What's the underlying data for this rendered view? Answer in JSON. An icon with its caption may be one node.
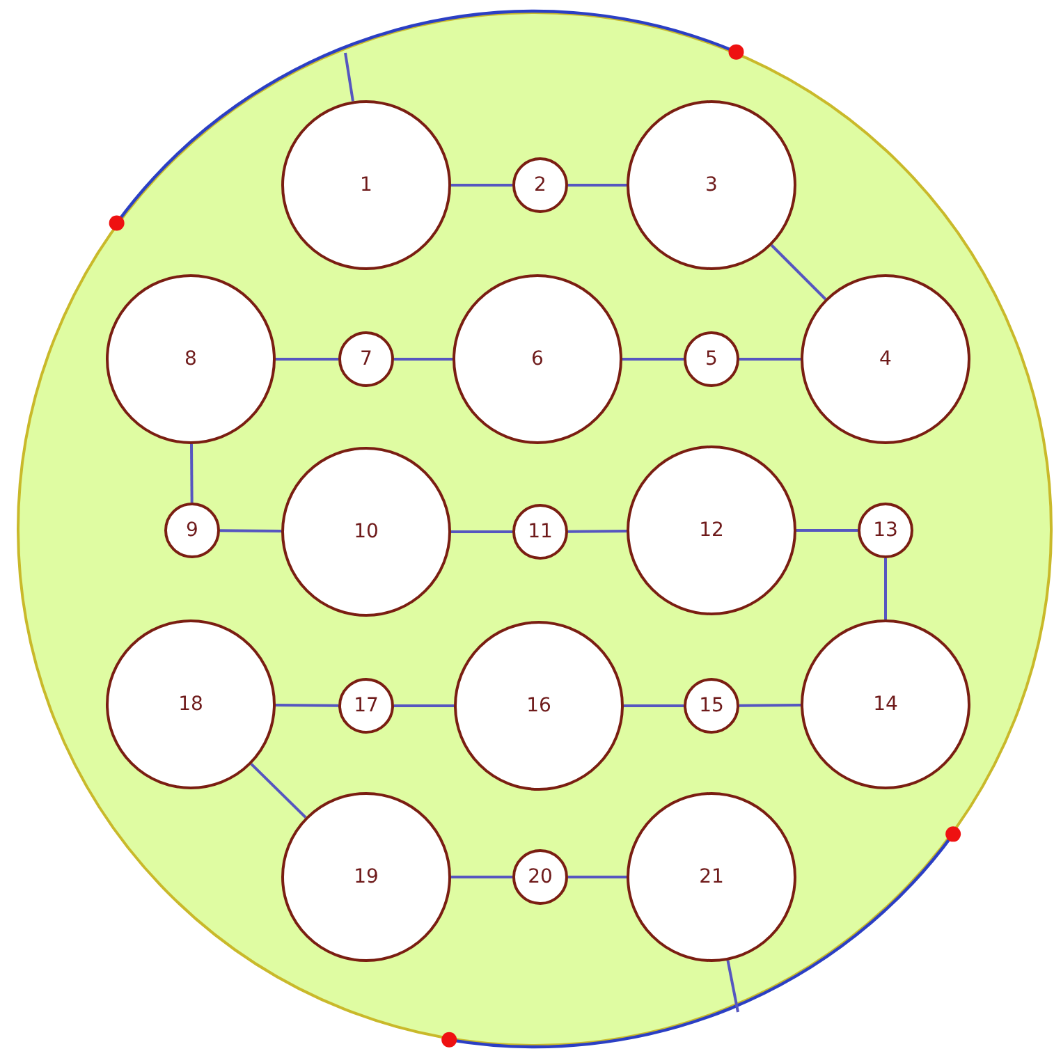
{
  "diagram": {
    "nodes": [
      {
        "text": [],
        "shape": "circle"
      },
      {
        "text": [
          "1"
        ],
        "in": 0
      },
      {
        "text": [
          "2"
        ],
        "in": 0
      },
      {
        "text": [
          "3"
        ],
        "in": 0
      },
      {
        "text": [
          "4"
        ],
        "in": 0
      },
      {
        "text": [
          "5"
        ],
        "in": 0
      },
      {
        "text": [
          "6"
        ],
        "in": 0
      },
      {
        "text": [
          "7"
        ],
        "in": 0
      },
      {
        "text": [
          "8"
        ],
        "in": 0
      },
      {
        "text": [
          "9"
        ],
        "in": 0
      },
      {
        "text": [
          "10"
        ],
        "in": 0
      },
      {
        "text": [
          "11"
        ],
        "in": 0
      },
      {
        "text": [
          "12"
        ],
        "in": 0
      },
      {
        "text": [
          "13"
        ],
        "in": 0
      },
      {
        "text": [
          "14"
        ],
        "in": 0
      },
      {
        "text": [
          "15"
        ],
        "in": 0
      },
      {
        "text": [
          "16"
        ],
        "in": 0
      },
      {
        "text": [
          "17"
        ],
        "in": 0
      },
      {
        "text": [
          "18"
        ],
        "in": 0
      },
      {
        "text": [
          "19"
        ],
        "in": 0
      },
      {
        "text": [
          "20"
        ],
        "in": 0
      },
      {
        "text": [
          "21"
        ],
        "in": 0
      }
    ],
    "edges": [
      {
        "from": 1,
        "to": 0,
        "arrow": "none"
      },
      {
        "from": 1,
        "to": 2,
        "arrow": "none"
      },
      {
        "from": 2,
        "to": 3,
        "arrow": "none"
      },
      {
        "from": 3,
        "to": 4,
        "arrow": "none"
      },
      {
        "from": 4,
        "to": 5,
        "arrow": "none"
      },
      {
        "from": 5,
        "to": 6,
        "arrow": "none"
      },
      {
        "from": 6,
        "to": 7,
        "arrow": "none"
      },
      {
        "from": 7,
        "to": 8,
        "arrow": "none"
      },
      {
        "from": 8,
        "to": 9,
        "arrow": "none"
      },
      {
        "from": 9,
        "to": 10,
        "arrow": "none"
      },
      {
        "from": 10,
        "to": 11,
        "arrow": "none"
      },
      {
        "from": 11,
        "to": 12,
        "arrow": "none"
      },
      {
        "from": 12,
        "to": 13,
        "arrow": "none"
      },
      {
        "from": 13,
        "to": 14,
        "arrow": "none"
      },
      {
        "from": 14,
        "to": 15,
        "arrow": "none"
      },
      {
        "from": 15,
        "to": 16,
        "arrow": "none"
      },
      {
        "from": 16,
        "to": 17,
        "arrow": "none"
      },
      {
        "from": 17,
        "to": 18,
        "arrow": "none"
      },
      {
        "from": 18,
        "to": 19,
        "arrow": "none"
      },
      {
        "from": 19,
        "to": 20,
        "arrow": "none"
      },
      {
        "from": 20,
        "to": 21,
        "arrow": "none"
      },
      {
        "from": 21,
        "to": 0,
        "arrow": "none"
      }
    ]
  }
}
